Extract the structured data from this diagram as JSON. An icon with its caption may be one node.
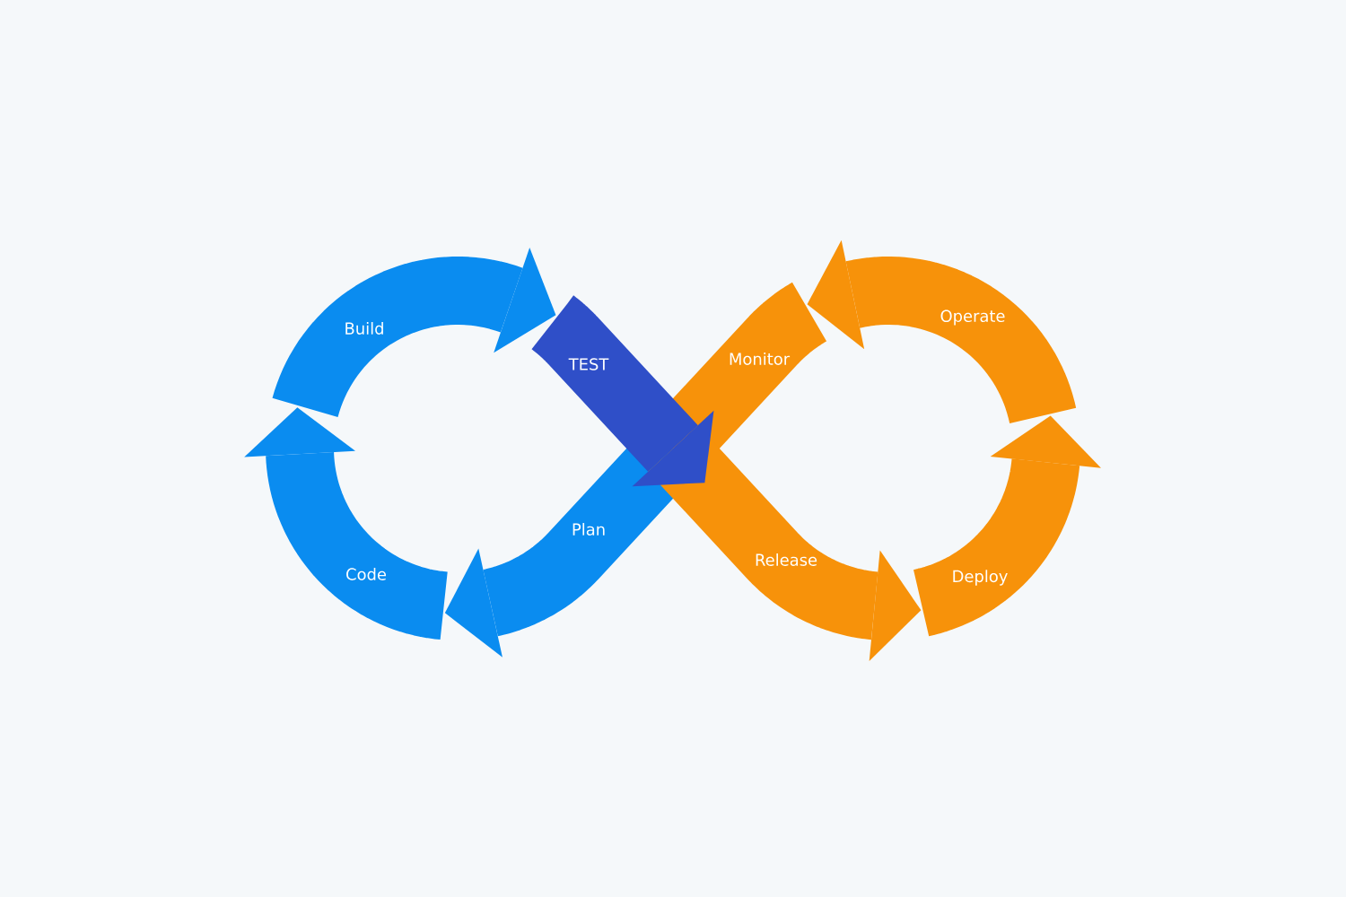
{
  "diagram": {
    "nodes": [
      {
        "text": [
          "Plan"
        ]
      },
      {
        "text": [
          "Code"
        ]
      },
      {
        "text": [
          "Build"
        ]
      },
      {
        "text": [
          "TEST"
        ]
      },
      {
        "text": [
          "Release"
        ]
      },
      {
        "text": [
          "Deploy"
        ]
      },
      {
        "text": [
          "Operate"
        ]
      },
      {
        "text": [
          "Monitor"
        ]
      }
    ]
  }
}
